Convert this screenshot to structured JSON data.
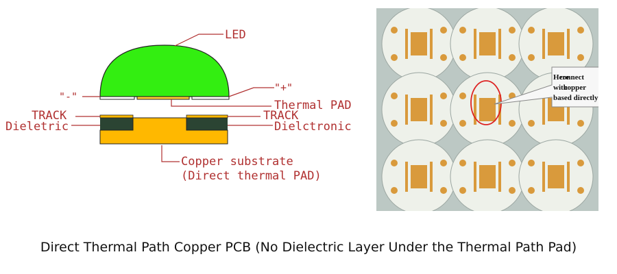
{
  "diagram": {
    "labels": {
      "led": "LED",
      "minus": "\"-\"",
      "plus": "\"+\"",
      "thermal_pad": "Thermal PAD",
      "track_left": "TRACK",
      "track_right": "TRACK",
      "dielectric_left": "Dieletric",
      "dielectric_right": "Dielctronic",
      "substrate_line1": "Copper substrate",
      "substrate_line2": "(Direct thermal PAD)"
    },
    "colors": {
      "led_dome": "#33ee11",
      "dielectric": "#2b4433",
      "substrate": "#ffb800",
      "label": "#b03030"
    }
  },
  "photo": {
    "callout": {
      "line1_left": "Here",
      "line1_right": "connect",
      "line2_left": "with",
      "line2_right": "copper",
      "line3": "based directly"
    },
    "pcb_color": "#eef1ea",
    "pad_color": "#d99a3c",
    "background_color": "#bcc8c4"
  },
  "caption": "Direct Thermal Path Copper PCB (No Dielectric Layer Under the Thermal Path Pad)"
}
